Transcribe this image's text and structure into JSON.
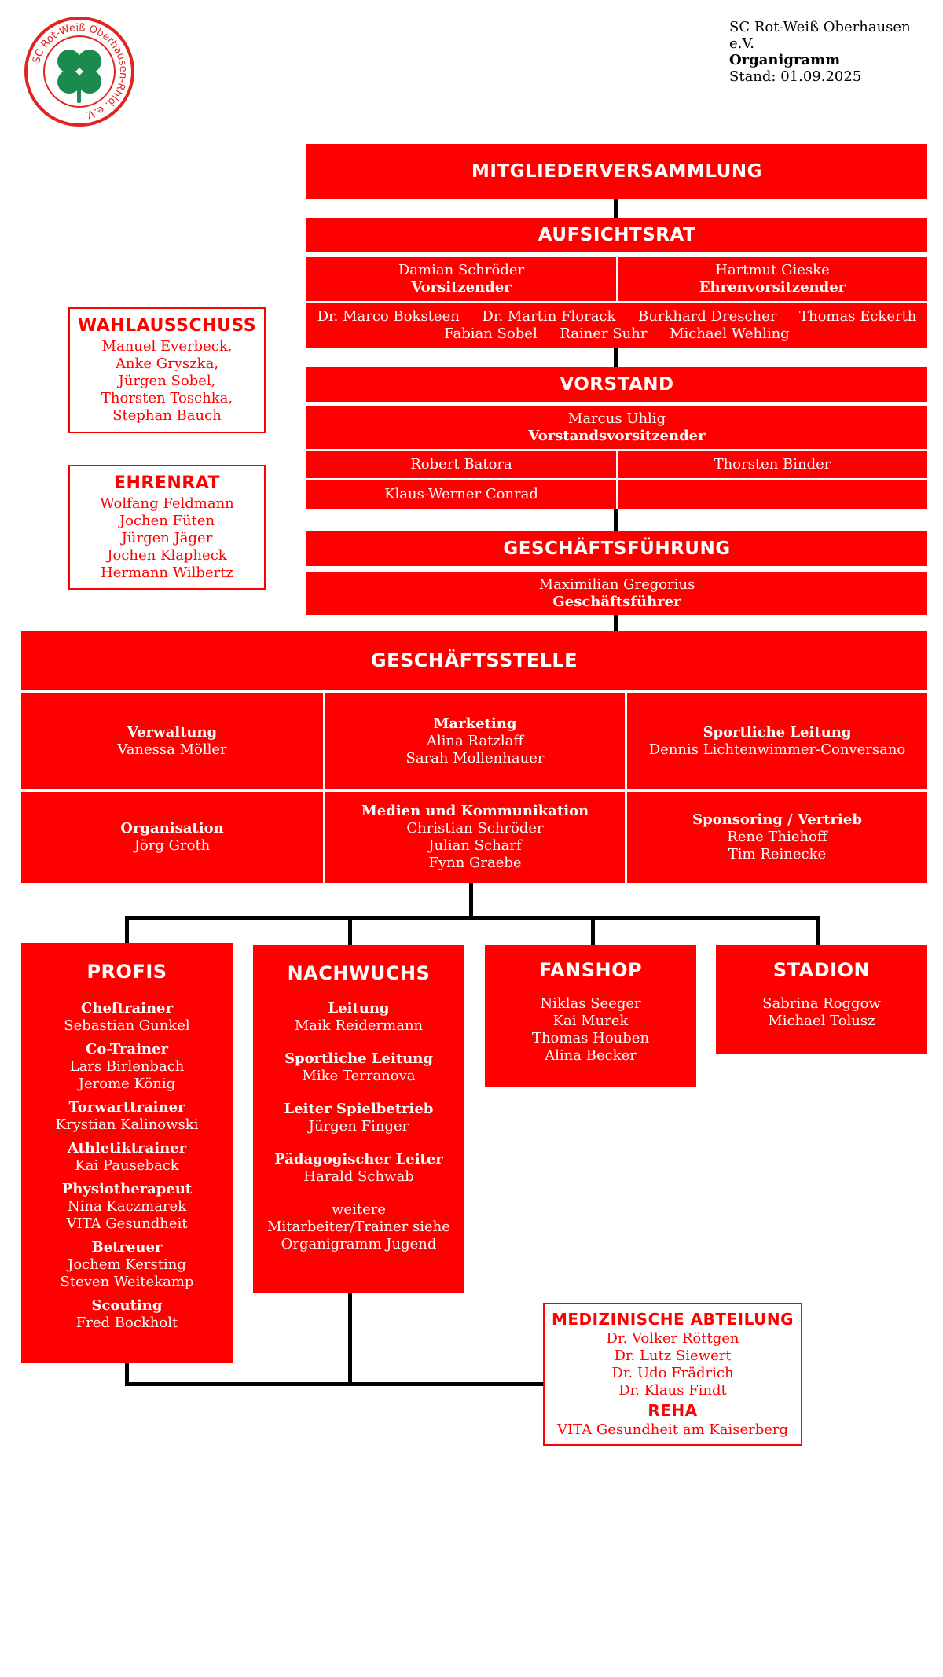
{
  "header": {
    "org": "SC Rot-Weiß Oberhausen e.V.",
    "doc": "Organigramm",
    "date": "Stand: 01.09.2025",
    "logo_text": "SC Rot-Weiß Oberhausen-Rhld. e.V."
  },
  "colors": {
    "brand_red": "#ff0000",
    "line": "#000000"
  },
  "mitglieder": "MITGLIEDERVERSAMMLUNG",
  "aufsichtsrat": {
    "title": "AUFSICHTSRAT",
    "chair_name": "Damian Schröder",
    "chair_role": "Vorsitzender",
    "honor_name": "Hartmut Gieske",
    "honor_role": "Ehrenvorsitzender",
    "row1": "Dr. Marco Boksteen     Dr. Martin Florack     Burkhard Drescher     Thomas Eckerth",
    "row2": "Fabian Sobel     Rainer Suhr     Michael Wehling"
  },
  "vorstand": {
    "title": "VORSTAND",
    "chair_name": "Marcus Uhlig",
    "chair_role": "Vorstandsvorsitzender",
    "m1": "Robert Batora",
    "m2": "Thorsten Binder",
    "m3": "Klaus-Werner Conrad"
  },
  "gf": {
    "title": "GESCHÄFTSFÜHRUNG",
    "name": "Maximilian Gregorius",
    "role": "Geschäftsführer"
  },
  "wahl": {
    "title": "WAHLAUSSCHUSS",
    "lines": [
      "Manuel Everbeck,",
      "Anke Gryszka,",
      "Jürgen Sobel,",
      "Thorsten Toschka,",
      "Stephan Bauch"
    ]
  },
  "ehren": {
    "title": "EHRENRAT",
    "lines": [
      "Wolfang Feldmann",
      "Jochen Füten",
      "Jürgen Jäger",
      "Jochen Klapheck",
      "Hermann Wilbertz"
    ]
  },
  "gs": {
    "title": "GESCHÄFTSSTELLE",
    "cells": [
      {
        "head": "Verwaltung",
        "names": [
          "Vanessa Möller"
        ]
      },
      {
        "head": "Marketing",
        "names": [
          "Alina Ratzlaff",
          "Sarah Mollenhauer"
        ]
      },
      {
        "head": "Sportliche Leitung",
        "names": [
          "Dennis Lichtenwimmer-Conversano"
        ]
      },
      {
        "head": "Organisation",
        "names": [
          "Jörg Groth"
        ]
      },
      {
        "head": "Medien und Kommunikation",
        "names": [
          "Christian Schröder",
          "Julian Scharf",
          "Fynn Graebe"
        ]
      },
      {
        "head": "Sponsoring / Vertrieb",
        "names": [
          "Rene Thiehoff",
          "Tim Reinecke"
        ]
      }
    ]
  },
  "profis": {
    "title": "PROFIS",
    "groups": [
      {
        "role": "Cheftrainer",
        "names": [
          "Sebastian Gunkel"
        ]
      },
      {
        "role": "Co-Trainer",
        "names": [
          "Lars Birlenbach",
          "Jerome König"
        ]
      },
      {
        "role": "Torwarttrainer",
        "names": [
          "Krystian Kalinowski"
        ]
      },
      {
        "role": "Athletiktrainer",
        "names": [
          "Kai Pauseback"
        ]
      },
      {
        "role": "Physiotherapeut",
        "names": [
          "Nina Kaczmarek",
          "VITA Gesundheit"
        ]
      },
      {
        "role": "Betreuer",
        "names": [
          "Jochem Kersting",
          "Steven Weitekamp"
        ]
      },
      {
        "role": "Scouting",
        "names": [
          "Fred Bockholt"
        ]
      }
    ]
  },
  "nachwuchs": {
    "title": "NACHWUCHS",
    "groups": [
      {
        "role": "Leitung",
        "names": [
          "Maik Reidermann"
        ]
      },
      {
        "role": "Sportliche Leitung",
        "names": [
          "Mike Terranova"
        ]
      },
      {
        "role": "Leiter Spielbetrieb",
        "names": [
          "Jürgen Finger"
        ]
      },
      {
        "role": "Pädagogischer Leiter",
        "names": [
          "Harald Schwab"
        ]
      },
      {
        "role": "",
        "names": [
          "weitere",
          "Mitarbeiter/Trainer siehe",
          "Organigramm Jugend"
        ]
      }
    ]
  },
  "fanshop": {
    "title": "FANSHOP",
    "names": [
      "Niklas Seeger",
      "Kai Murek",
      "Thomas Houben",
      "Alina Becker"
    ]
  },
  "stadion": {
    "title": "STADION",
    "names": [
      "Sabrina Roggow",
      "Michael Tolusz"
    ]
  },
  "medizin": {
    "title": "MEDIZINISCHE ABTEILUNG",
    "names": [
      "Dr. Volker Röttgen",
      "Dr. Lutz Siewert",
      "Dr. Udo Frädrich",
      "Dr. Klaus Findt"
    ],
    "reha_title": "REHA",
    "reha": "VITA Gesundheit am Kaiserberg"
  }
}
